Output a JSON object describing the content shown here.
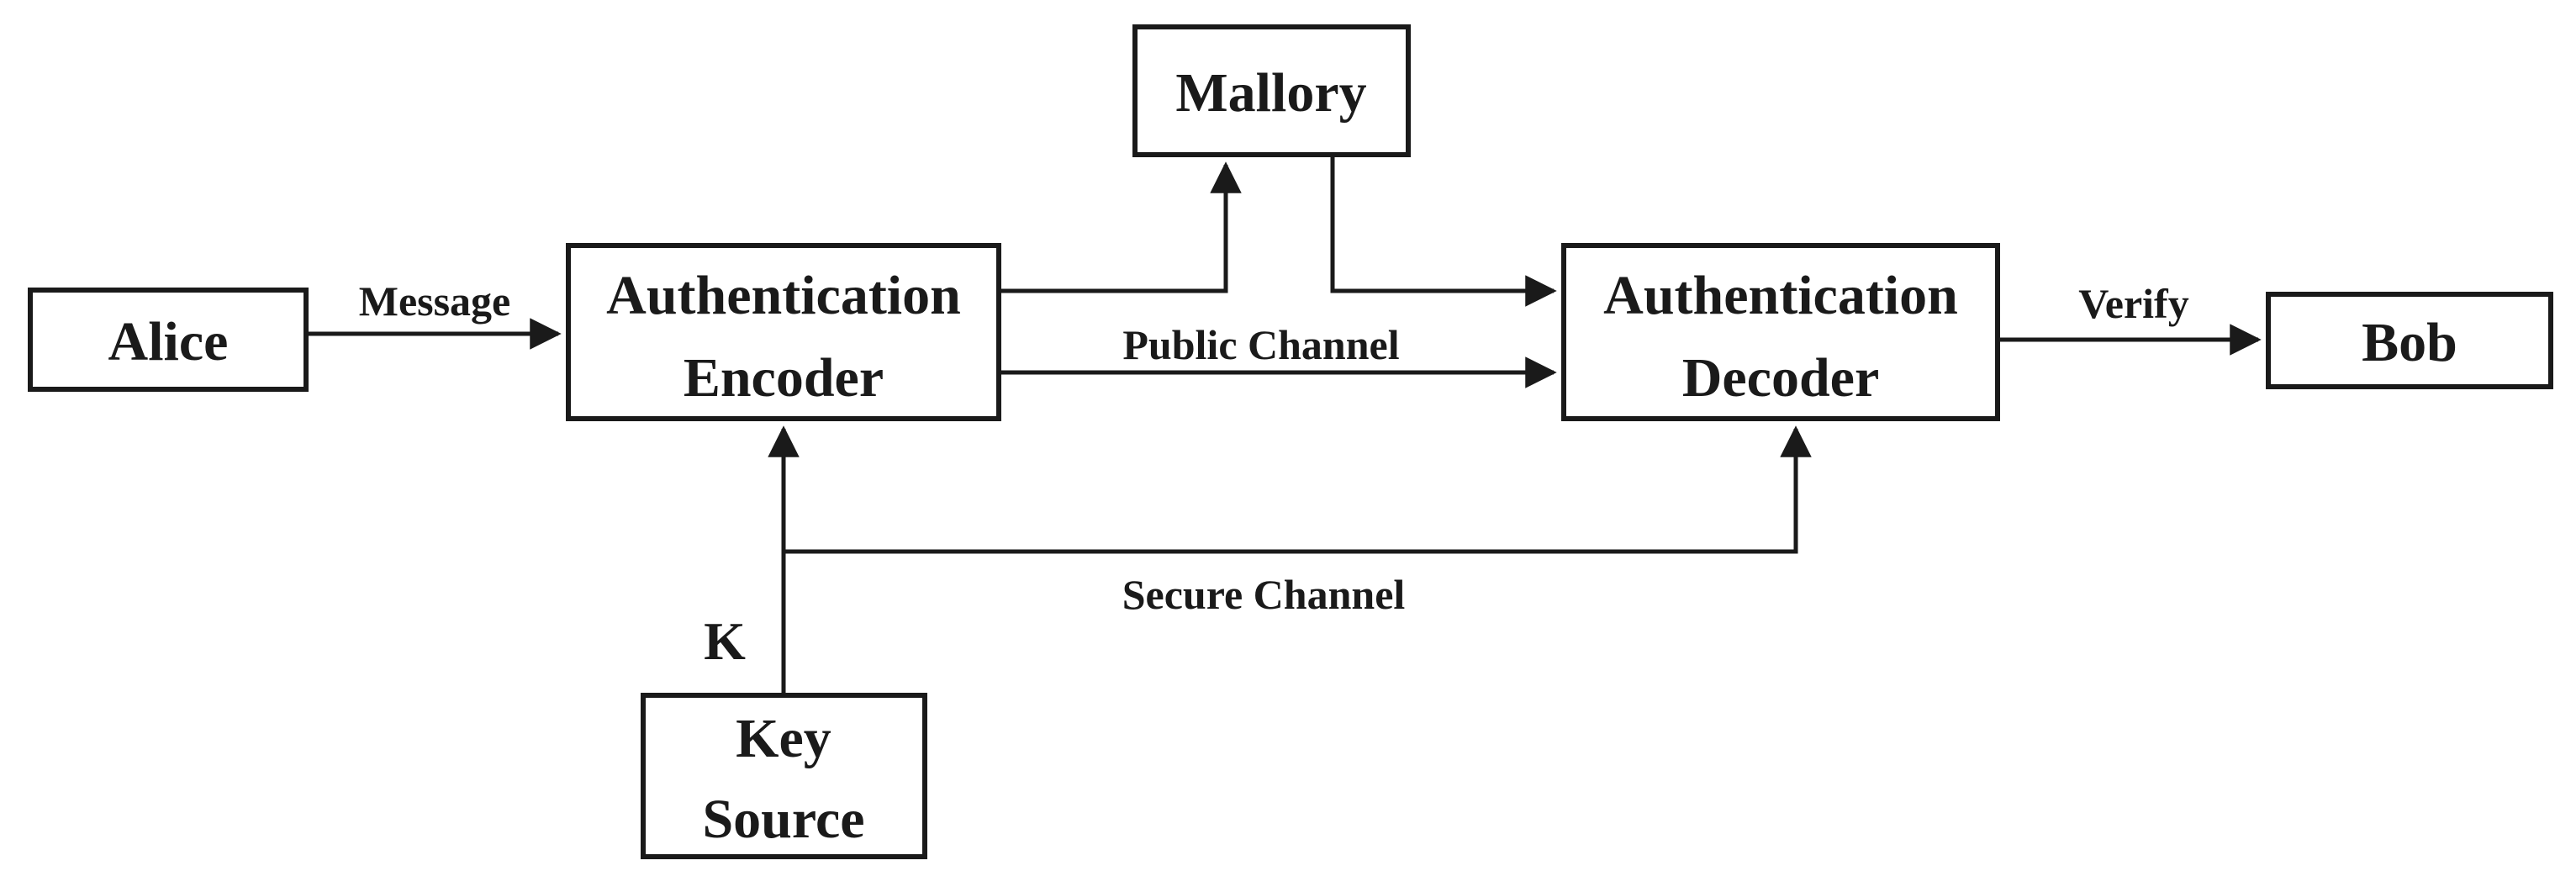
{
  "diagram": {
    "type": "block-diagram",
    "subject": "authentication-model",
    "colors": {
      "ink": "#1a1a1a",
      "background": "#ffffff"
    },
    "nodes": {
      "alice": {
        "label": "Alice"
      },
      "encoder": {
        "line1": "Authentication",
        "line2": "Encoder"
      },
      "mallory": {
        "label": "Mallory"
      },
      "decoder": {
        "line1": "Authentication",
        "line2": "Decoder"
      },
      "bob": {
        "label": "Bob"
      },
      "key_source": {
        "line1": "Key",
        "line2": "Source"
      }
    },
    "edges": {
      "message": {
        "label": "Message",
        "from": "Alice",
        "to": "Authentication Encoder"
      },
      "tap_to_mallory": {
        "label": "",
        "from": "Authentication Encoder",
        "to": "Mallory"
      },
      "tap_from_mallory": {
        "label": "",
        "from": "Mallory",
        "to": "Authentication Decoder"
      },
      "public_channel": {
        "label": "Public Channel",
        "from": "Authentication Encoder",
        "to": "Authentication Decoder"
      },
      "verify": {
        "label": "Verify",
        "from": "Authentication Decoder",
        "to": "Bob"
      },
      "key": {
        "label": "K",
        "from": "Key Source",
        "to": "Authentication Encoder"
      },
      "secure_channel": {
        "label": "Secure Channel",
        "from": "Key Source",
        "to": "Authentication Decoder"
      }
    }
  }
}
